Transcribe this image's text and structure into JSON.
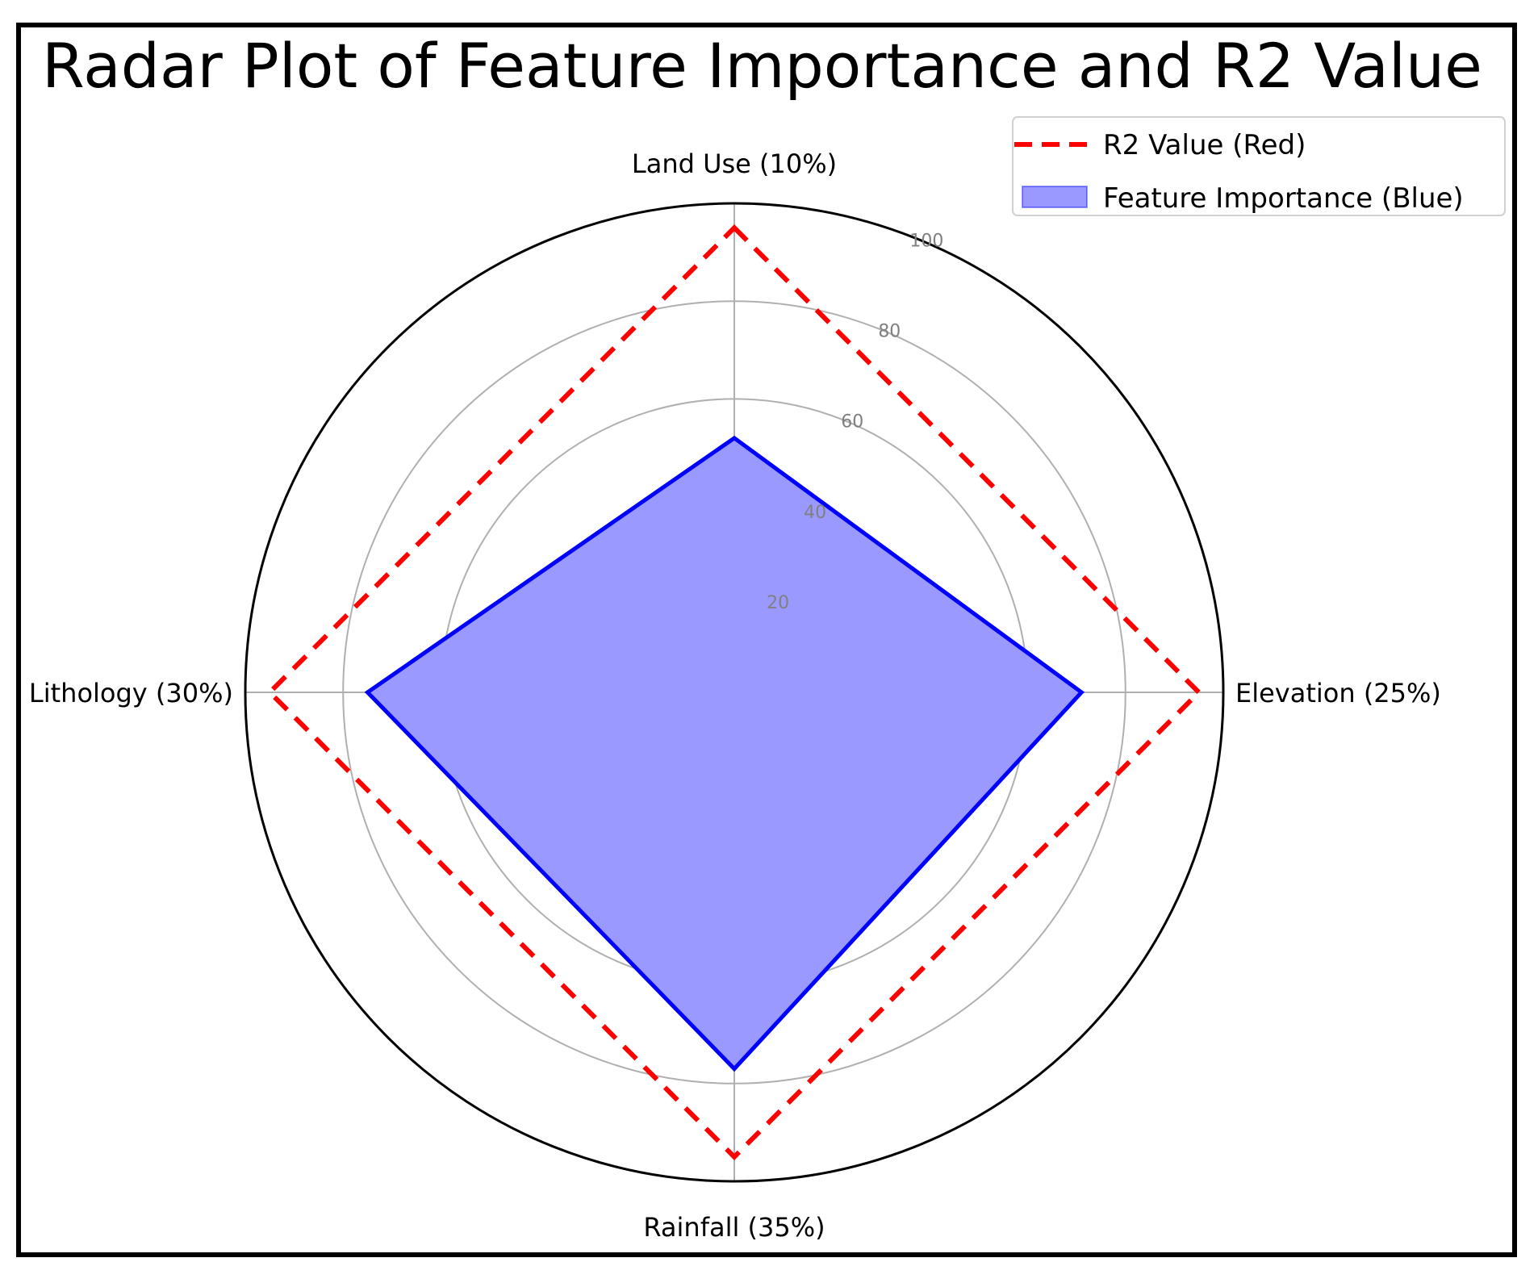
{
  "chart_data": {
    "type": "radar",
    "title": "Radar Plot of Feature Importance and R2 Value",
    "categories": [
      "Land Use (10%)",
      "Elevation (25%)",
      "Rainfall (35%)",
      "Lithology (30%)"
    ],
    "rlim": [
      0,
      100
    ],
    "rticks": [
      20,
      40,
      60,
      80,
      100
    ],
    "grid": true,
    "legend_position": "top-right",
    "series": [
      {
        "name": "R2 Value (Red)",
        "values": [
          95,
          95,
          95,
          95
        ],
        "color": "#ff0000",
        "style": "dashed"
      },
      {
        "name": "Feature Importance (Blue)",
        "values": [
          52,
          71,
          77,
          75
        ],
        "color": "#0000ff",
        "fill": "#9999ff",
        "style": "filled"
      }
    ]
  }
}
